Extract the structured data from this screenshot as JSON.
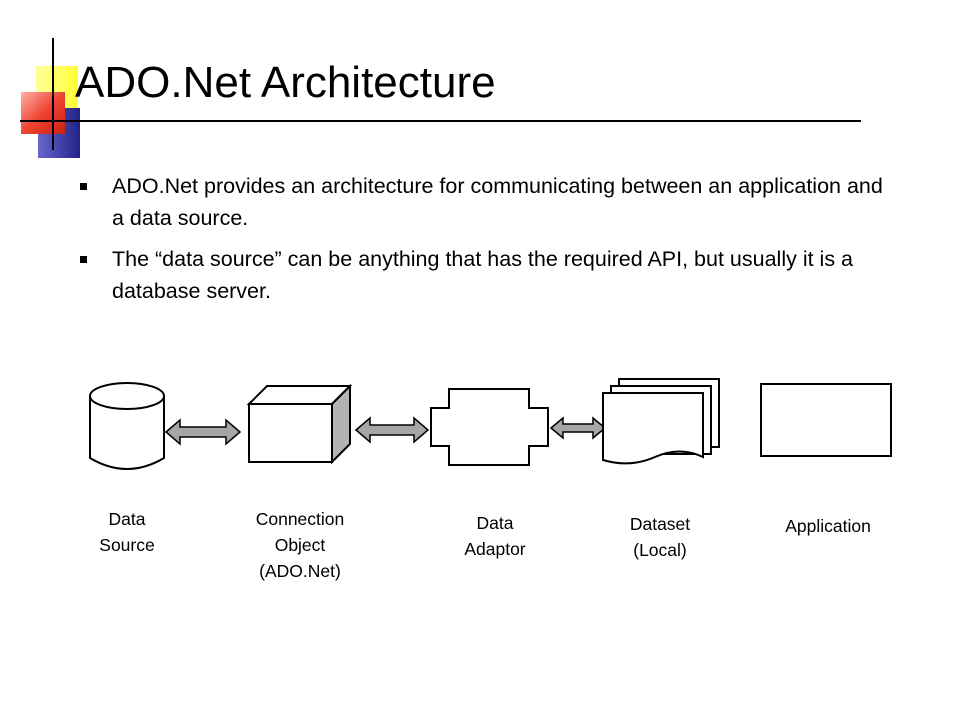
{
  "slide": {
    "title": "ADO.Net Architecture",
    "bullets": [
      "ADO.Net provides an architecture for communicating between an application and a data source.",
      "The “data source” can be anything that has the required API, but usually it is a database server."
    ]
  },
  "diagram": {
    "labels": {
      "data_source": "Data\nSource",
      "connection_object": "Connection\nObject\n(ADO.Net)",
      "data_adaptor": "Data\nAdaptor",
      "dataset": "Dataset\n(Local)",
      "application": "Application"
    }
  },
  "colors": {
    "decoration_yellow": "#ffff66",
    "decoration_red": "#e83a2a",
    "decoration_blue": "#3333aa",
    "arrow_fill": "#a6a6a6",
    "cube_side": "#b3b3b3"
  }
}
